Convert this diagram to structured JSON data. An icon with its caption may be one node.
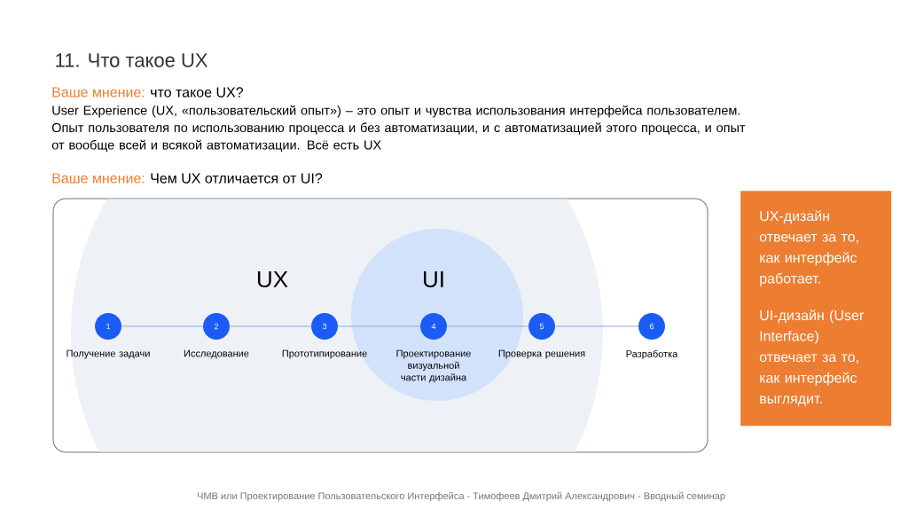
{
  "diagram": {
    "title": "11. Что такое UX",
    "nodes": [
      {
        "text": [
          "1"
        ],
        "beside": [
          "Получение задачи"
        ]
      },
      {
        "text": [
          "2"
        ],
        "beside": [
          "Исследование"
        ]
      },
      {
        "text": [
          "3"
        ],
        "beside": [
          "Прототипирование"
        ]
      },
      {
        "text": [
          "4"
        ],
        "beside": [
          "Проектирование визуальной части дизайна"
        ]
      },
      {
        "text": [
          "5"
        ],
        "beside": [
          "Проверка решения"
        ]
      },
      {
        "text": [
          "6"
        ],
        "beside": [
          "Разработка"
        ]
      },
      {
        "text": [
          "UX-дизайн отвечает за то, как интерфейс работает.",
          "UI-дизайн (User Interface) отвечает за то, как интерфейс выглядит."
        ]
      }
    ],
    "edges": [
      {
        "from": 0,
        "to": 1,
        "arrow": "none"
      },
      {
        "from": 1,
        "to": 2,
        "arrow": "none"
      },
      {
        "from": 2,
        "to": 3,
        "arrow": "none"
      },
      {
        "from": 3,
        "to": 4,
        "arrow": "none"
      },
      {
        "from": 4,
        "to": 5,
        "arrow": "none"
      }
    ],
    "labels": [
      "Ваше мнение:",
      "что такое UX?",
      "User Experience (UX, «пользовательский опыт») – это опыт и чувства использования интерфейса пользователем. Опыт пользователя по использованию процесса и без автоматизации, и с автоматизацией этого процесса, и опыт от вообще всей и всякой автоматизации. Всё есть UX",
      "Ваше мнение:",
      "Чем UX отличается от UI?",
      "UX",
      "UI",
      "ЧМВ или Проектирование Пользовательского Интерфейса  - Тимофеев Дмитрий Александрович - Вводный семинар"
    ]
  }
}
